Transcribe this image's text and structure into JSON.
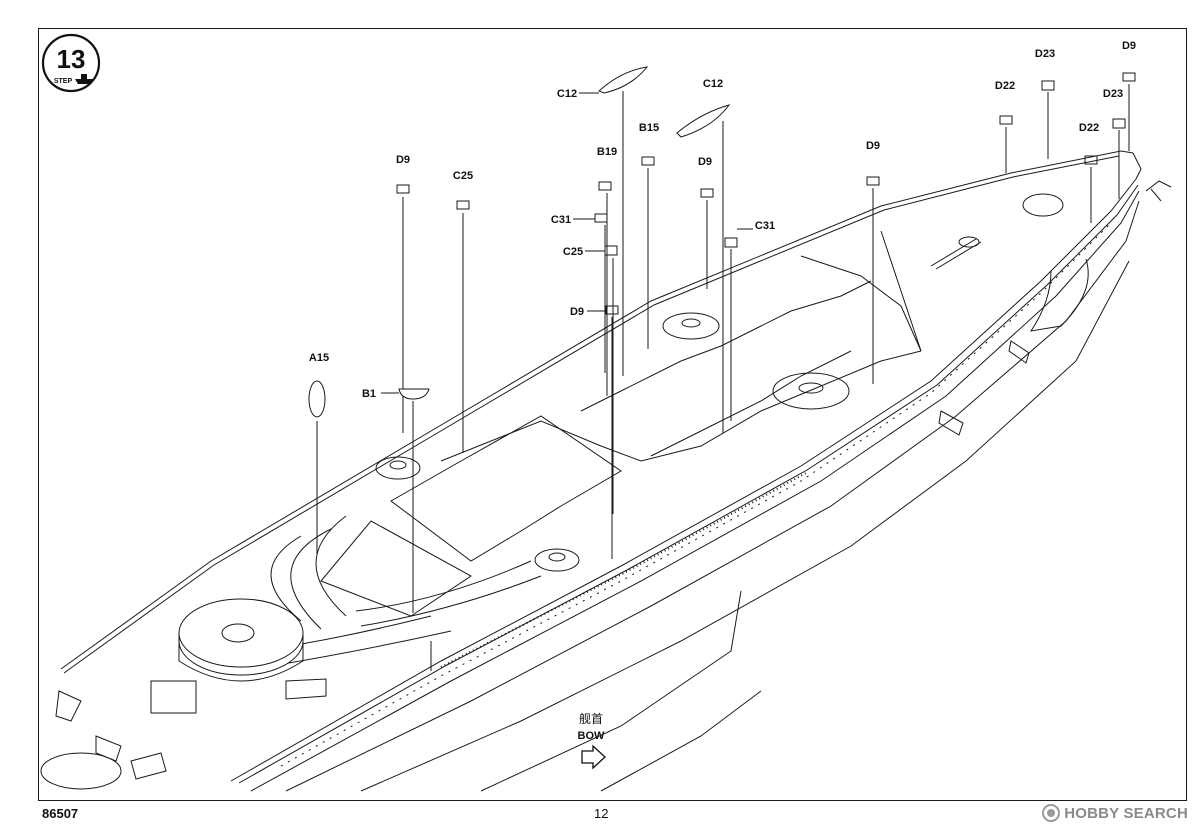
{
  "step": {
    "number": "13",
    "label": "STEP"
  },
  "parts": [
    {
      "id": "p-d9-a",
      "label": "D9"
    },
    {
      "id": "p-c25-a",
      "label": "C25"
    },
    {
      "id": "p-a15",
      "label": "A15"
    },
    {
      "id": "p-b1",
      "label": "B1"
    },
    {
      "id": "p-c12-a",
      "label": "C12"
    },
    {
      "id": "p-b19",
      "label": "B19"
    },
    {
      "id": "p-c31-a",
      "label": "C31"
    },
    {
      "id": "p-c25-b",
      "label": "C25"
    },
    {
      "id": "p-d9-b",
      "label": "D9"
    },
    {
      "id": "p-b15",
      "label": "B15"
    },
    {
      "id": "p-c12-b",
      "label": "C12"
    },
    {
      "id": "p-d9-c",
      "label": "D9"
    },
    {
      "id": "p-c31-b",
      "label": "C31"
    },
    {
      "id": "p-d9-d",
      "label": "D9"
    },
    {
      "id": "p-d22-a",
      "label": "D22"
    },
    {
      "id": "p-d23-a",
      "label": "D23"
    },
    {
      "id": "p-d9-e",
      "label": "D9"
    },
    {
      "id": "p-d23-b",
      "label": "D23"
    },
    {
      "id": "p-d22-b",
      "label": "D22"
    }
  ],
  "bow": {
    "jp": "舰首",
    "en": "BOW"
  },
  "footer": {
    "code": "86507",
    "page": "12"
  },
  "watermark": {
    "text": "HOBBY SEARCH"
  }
}
